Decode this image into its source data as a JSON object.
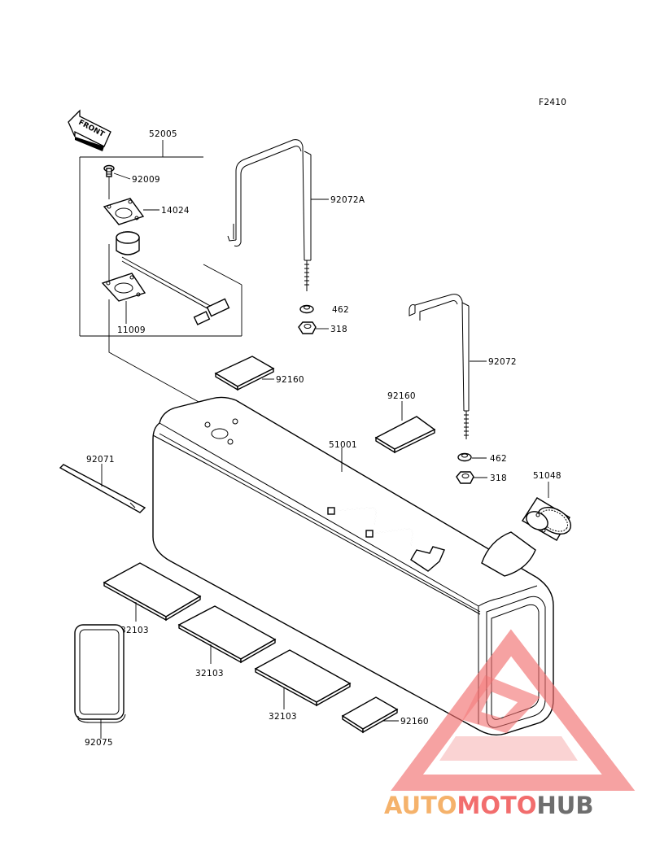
{
  "figure_id": "F2410",
  "front_marker": "FRONT",
  "parts": {
    "p52005": "52005",
    "p92009": "92009",
    "p14024": "14024",
    "p11009": "11009",
    "p92072A": "92072A",
    "p462a": "462",
    "p318a": "318",
    "p92160a": "92160",
    "p92160b": "92160",
    "p92072": "92072",
    "p51001": "51001",
    "p92071": "92071",
    "p462b": "462",
    "p318b": "318",
    "p51048": "51048",
    "p32103a": "32103",
    "p32103b": "32103",
    "p32103c": "32103",
    "p92075": "92075",
    "p92160c": "92160"
  },
  "watermark": {
    "part1": "AUTO",
    "part2": "MOTO",
    "part3": "HUB",
    "color1": "#f5b26b",
    "color2": "#f26d6d",
    "color3": "#6e6e6e"
  }
}
